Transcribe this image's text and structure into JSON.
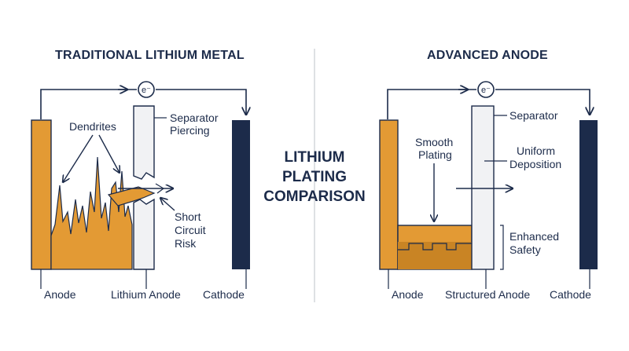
{
  "center_title": {
    "line1": "LITHIUM",
    "line2": "PLATING",
    "line3": "COMPARISON"
  },
  "electron_symbol": "e⁻",
  "left_panel": {
    "title": "TRADITIONAL LITHIUM METAL",
    "labels": {
      "dendrites": "Dendrites",
      "separator_piercing_1": "Separator",
      "separator_piercing_2": "Piercing",
      "short_circuit_1": "Short",
      "short_circuit_2": "Circuit",
      "short_circuit_3": "Risk",
      "anode": "Anode",
      "lithium_anode": "Lithium Anode",
      "cathode": "Cathode"
    }
  },
  "right_panel": {
    "title": "ADVANCED ANODE",
    "labels": {
      "separator": "Separator",
      "smooth_plating_1": "Smooth",
      "smooth_plating_2": "Plating",
      "uniform_deposition_1": "Uniform",
      "uniform_deposition_2": "Deposition",
      "enhanced_safety_1": "Enhanced",
      "enhanced_safety_2": "Safety",
      "anode": "Anode",
      "structured_anode": "Structured Anode",
      "cathode": "Cathode"
    }
  },
  "colors": {
    "navy": "#1c2b4a",
    "orange": "#e39a34",
    "orange_dark": "#c07a1c",
    "separator_fill": "#f1f2f4",
    "divider": "#d4d7dc"
  }
}
